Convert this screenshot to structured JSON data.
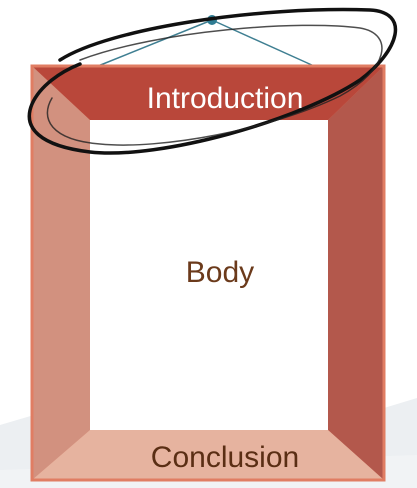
{
  "diagram": {
    "sections": {
      "introduction": "Introduction",
      "body": "Body",
      "conclusion": "Conclusion"
    },
    "colors": {
      "frame_light": "#e8927a",
      "frame_mid": "#c86e5c",
      "frame_dark": "#b04a3c",
      "top_band": "#b9473a",
      "bottom_band": "#e6b39f",
      "hanger_wire": "#3f7f92",
      "hanger_dot": "#2e7c93",
      "highlight_ellipse": "#111111",
      "background_shape": "#eceff2",
      "body_text": "#6b3a1b",
      "intro_text": "#ffffff",
      "conclusion_text": "#5a2e14"
    }
  }
}
